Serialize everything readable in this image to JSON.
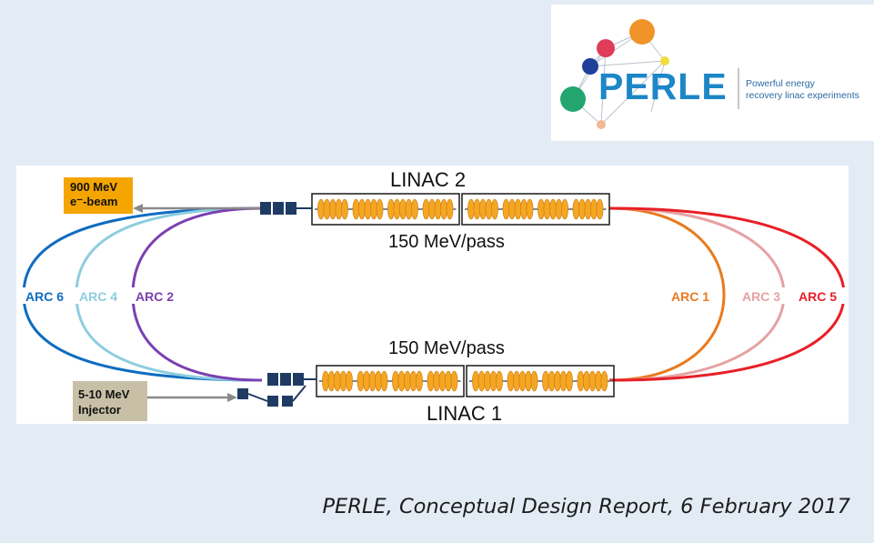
{
  "logo": {
    "wordmark": "PERLE",
    "tagline_line1": "Powerful energy",
    "tagline_line2": "recovery linac experiments",
    "colors": {
      "wordmark": "#1d86c7",
      "orange": "#f0942a",
      "red": "#e03c57",
      "blue": "#1f3f9a",
      "green": "#23a56f",
      "yellow": "#f2dc3a",
      "peach": "#f2b896"
    }
  },
  "diagram": {
    "linac_top_label": "LINAC 2",
    "linac_top_energy": "150 MeV/pass",
    "linac_bottom_label": "LINAC 1",
    "linac_bottom_energy": "150 MeV/pass",
    "output_beam": {
      "line1": "900 MeV",
      "line2": "e⁻-beam",
      "color": "#f5a500"
    },
    "injector": {
      "line1": "5-10 MeV",
      "line2": "Injector",
      "color": "#c8c0a6"
    },
    "arcs": [
      {
        "label": "ARC 6",
        "color": "#0f6cc0"
      },
      {
        "label": "ARC 4",
        "color": "#8ecde0"
      },
      {
        "label": "ARC 2",
        "color": "#7b3fb1"
      },
      {
        "label": "ARC 1",
        "color": "#e97a1f"
      },
      {
        "label": "ARC 3",
        "color": "#e6a1a3"
      },
      {
        "label": "ARC 5",
        "color": "#e81f27"
      }
    ],
    "cavity_color": "#f5a623"
  },
  "caption": "PERLE, Conceptual Design Report, 6 February 2017"
}
